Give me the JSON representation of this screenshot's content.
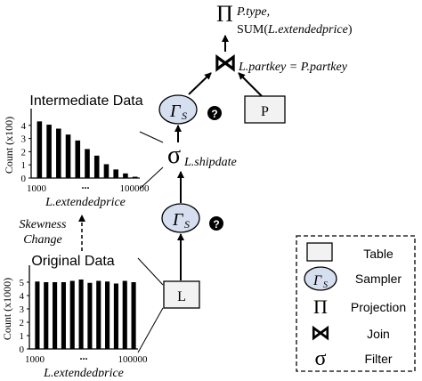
{
  "plan": {
    "projection": {
      "symbol": "Π",
      "line1": "P.type,",
      "line2_prefix": "SUM(",
      "line2_italic": "L.extendedprice",
      "line2_suffix": ")"
    },
    "join": {
      "symbol": "⋈",
      "condition": "L.partkey = P.partkey"
    },
    "sampler_top": {
      "symbol": "Γ",
      "subscript": "S",
      "badge": "?"
    },
    "filter": {
      "symbol": "σ",
      "subscript": "L.shipdate"
    },
    "sampler_bottom": {
      "symbol": "Γ",
      "subscript": "S",
      "badge": "?"
    },
    "table_p": "P",
    "table_l": "L"
  },
  "charts": {
    "intermediate": {
      "title": "Intermediate Data"
    },
    "original": {
      "title": "Original Data"
    },
    "skewness": {
      "line1": "Skewness",
      "line2": "Change"
    }
  },
  "chart_data": [
    {
      "type": "bar",
      "title": "Intermediate Data",
      "ylabel": "Count (x100)",
      "xlabel": "L.extendedprice",
      "ylim": [
        0,
        5
      ],
      "yticks": [
        "0",
        "1",
        "2",
        "3",
        "4"
      ],
      "xticks": [
        "1000",
        "...",
        "100000"
      ],
      "values": [
        4.3,
        4.05,
        3.75,
        3.3,
        2.85,
        2.2,
        1.7,
        1.05,
        0.65,
        0.35,
        0.1
      ]
    },
    {
      "type": "bar",
      "title": "Original Data",
      "ylabel": "Count (x1000)",
      "xlabel": "L.extendedprice",
      "ylim": [
        0,
        6
      ],
      "yticks": [
        "0",
        "1",
        "2",
        "3",
        "4",
        "5"
      ],
      "xticks": [
        "1000",
        "...",
        "100000"
      ],
      "values": [
        5.05,
        5.0,
        5.0,
        5.0,
        5.1,
        5.2,
        4.95,
        5.1,
        5.05,
        4.9,
        5.1,
        5.0
      ]
    }
  ],
  "legend": {
    "items": [
      {
        "label": "Table"
      },
      {
        "label": "Sampler",
        "symbol": "Γ",
        "subscript": "S"
      },
      {
        "label": "Projection",
        "symbol": "Π"
      },
      {
        "label": "Join",
        "symbol": "⋈"
      },
      {
        "label": "Filter",
        "symbol": "σ"
      }
    ]
  }
}
